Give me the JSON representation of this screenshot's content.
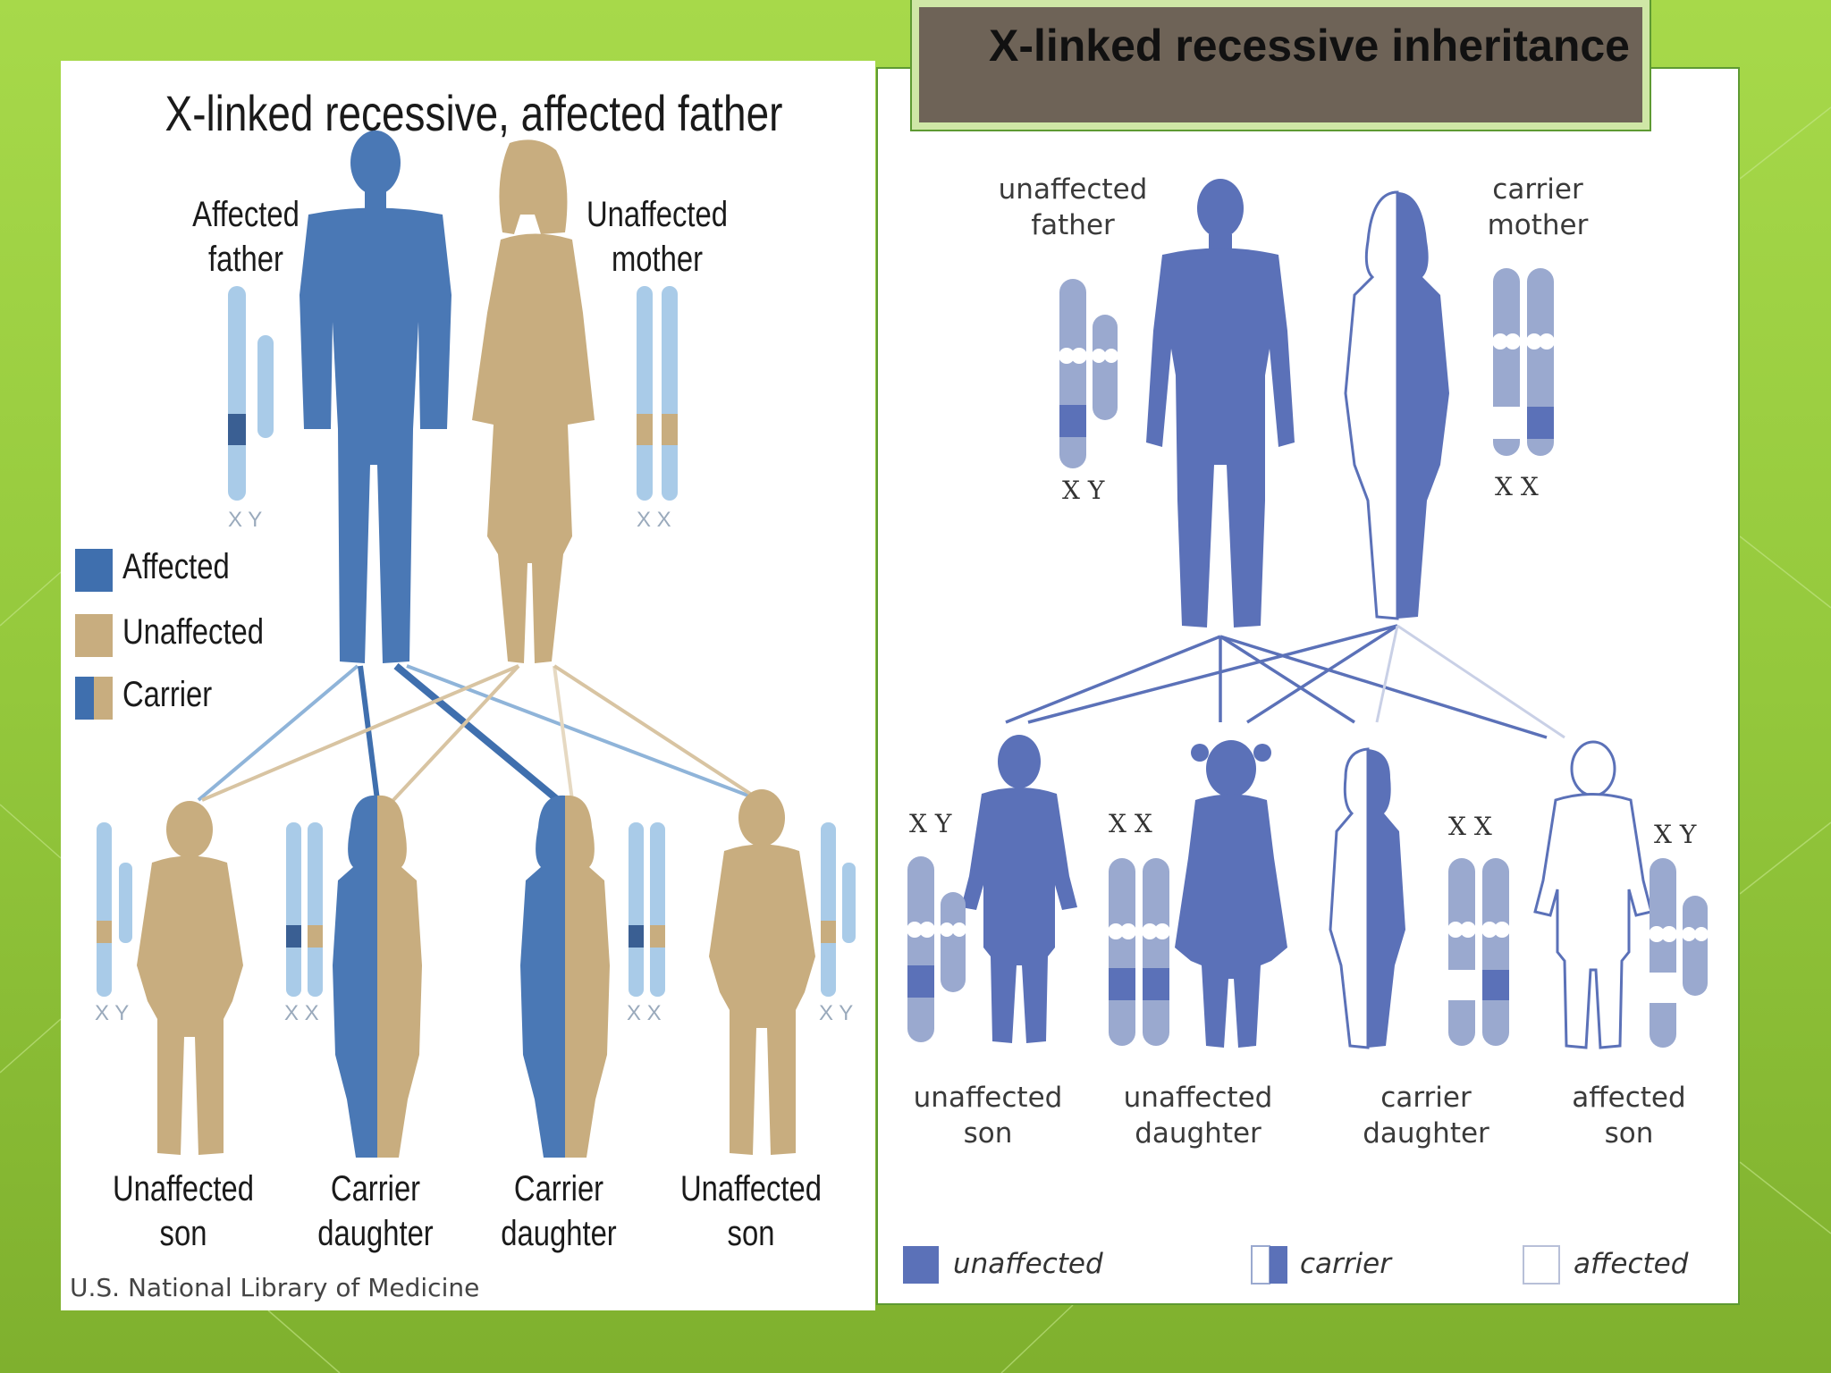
{
  "slide_title": "X-linked recessive inheritance",
  "left": {
    "title": "X-linked recessive, affected father",
    "parents": [
      {
        "label": "Affected father",
        "line1": "Affected",
        "line2": "father",
        "chrom": "X Y"
      },
      {
        "label": "Unaffected mother",
        "line1": "Unaffected",
        "line2": "mother",
        "chrom": "X X"
      }
    ],
    "legend": [
      {
        "label": "Affected",
        "color": "#3f6fae"
      },
      {
        "label": "Unaffected",
        "color": "#c8ad7f"
      },
      {
        "label": "Carrier",
        "color": "split"
      }
    ],
    "children": [
      {
        "line1": "Unaffected",
        "line2": "son",
        "chrom": "X Y"
      },
      {
        "line1": "Carrier",
        "line2": "daughter",
        "chrom": "X X"
      },
      {
        "line1": "Carrier",
        "line2": "daughter",
        "chrom": "X X"
      },
      {
        "line1": "Unaffected",
        "line2": "son",
        "chrom": "X Y"
      }
    ],
    "credit": "U.S. National Library of Medicine",
    "colors": {
      "affected": "#4a78b5",
      "unaffected": "#c8ad7f",
      "chromosome": "#a9cbe8"
    }
  },
  "right": {
    "parents": [
      {
        "line1": "unaffected",
        "line2": "father",
        "chrom": "X Y"
      },
      {
        "line1": "carrier",
        "line2": "mother",
        "chrom": "X X"
      }
    ],
    "children": [
      {
        "line1": "unaffected",
        "line2": "son",
        "chrom": "X Y"
      },
      {
        "line1": "unaffected",
        "line2": "daughter",
        "chrom": "X X"
      },
      {
        "line1": "carrier",
        "line2": "daughter",
        "chrom": "X X"
      },
      {
        "line1": "affected",
        "line2": "son",
        "chrom": "X Y"
      }
    ],
    "legend": [
      {
        "label": "unaffected"
      },
      {
        "label": "carrier"
      },
      {
        "label": "affected"
      }
    ],
    "colors": {
      "figure": "#5b71b8",
      "chromosome": "#9aa9cf"
    }
  }
}
